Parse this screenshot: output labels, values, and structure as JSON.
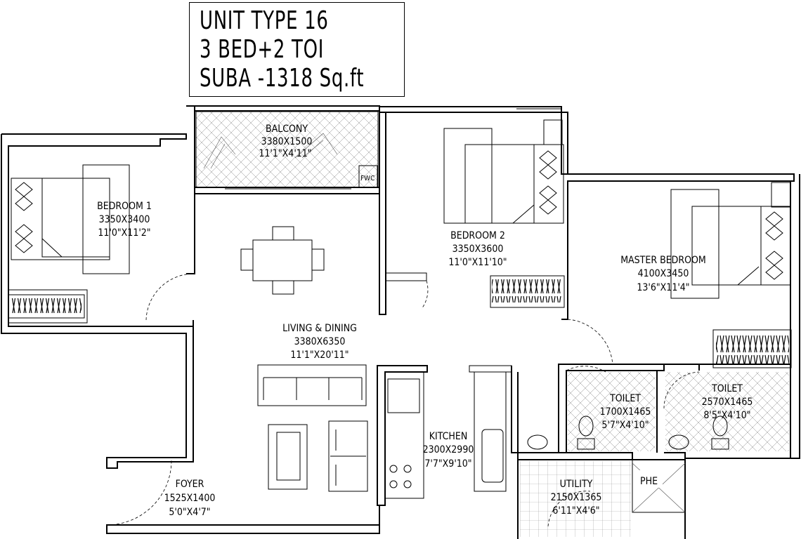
{
  "title": {
    "line1": "UNIT TYPE 16",
    "line2": "3 BED+2 TOI",
    "line3": "SUBA -1318 Sq.ft"
  },
  "rooms": {
    "balcony": {
      "name": "BALCONY",
      "metric": "3380X1500",
      "imperial": "11'1\"X4'11\""
    },
    "bedroom1": {
      "name": "BEDROOM 1",
      "metric": "3350X3400",
      "imperial": "11'0\"X11'2\""
    },
    "bedroom2": {
      "name": "BEDROOM 2",
      "metric": "3350X3600",
      "imperial": "11'0\"X11'10\""
    },
    "master": {
      "name": "MASTER BEDROOM",
      "metric": "4100X3450",
      "imperial": "13'6\"X11'4\""
    },
    "living": {
      "name": "LIVING & DINING",
      "metric": "3380X6350",
      "imperial": "11'1\"X20'11\""
    },
    "kitchen": {
      "name": "KITCHEN",
      "metric": "2300X2990",
      "imperial": "7'7\"X9'10\""
    },
    "toilet1": {
      "name": "TOILET",
      "metric": "1700X1465",
      "imperial": "5'7\"X4'10\""
    },
    "toilet2": {
      "name": "TOILET",
      "metric": "2570X1465",
      "imperial": "8'5\"X4'10\""
    },
    "utility": {
      "name": "UTILITY",
      "metric": "2150X1365",
      "imperial": "6'11\"X4'6\""
    },
    "foyer": {
      "name": "FOYER",
      "metric": "1525X1400",
      "imperial": "5'0\"X4'7\""
    }
  },
  "tags": {
    "phe": "PHE",
    "fwc": "FWC"
  }
}
